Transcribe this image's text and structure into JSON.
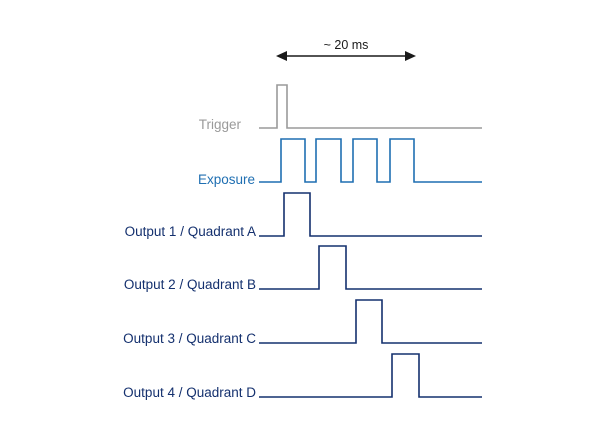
{
  "interval": {
    "label": "~ 20 ms"
  },
  "signals": [
    {
      "id": "trigger",
      "label": "Trigger",
      "color": "#9a9a9a"
    },
    {
      "id": "exposure",
      "label": "Exposure",
      "color": "#1f6fb2"
    },
    {
      "id": "output-1",
      "label": "Output 1 / Quadrant A",
      "color": "#14306e"
    },
    {
      "id": "output-2",
      "label": "Output 2 / Quadrant B",
      "color": "#14306e"
    },
    {
      "id": "output-3",
      "label": "Output 3 / Quadrant C",
      "color": "#14306e"
    },
    {
      "id": "output-4",
      "label": "Output 4 / Quadrant D",
      "color": "#14306e"
    }
  ],
  "arrow_color": "#1a1a1a"
}
